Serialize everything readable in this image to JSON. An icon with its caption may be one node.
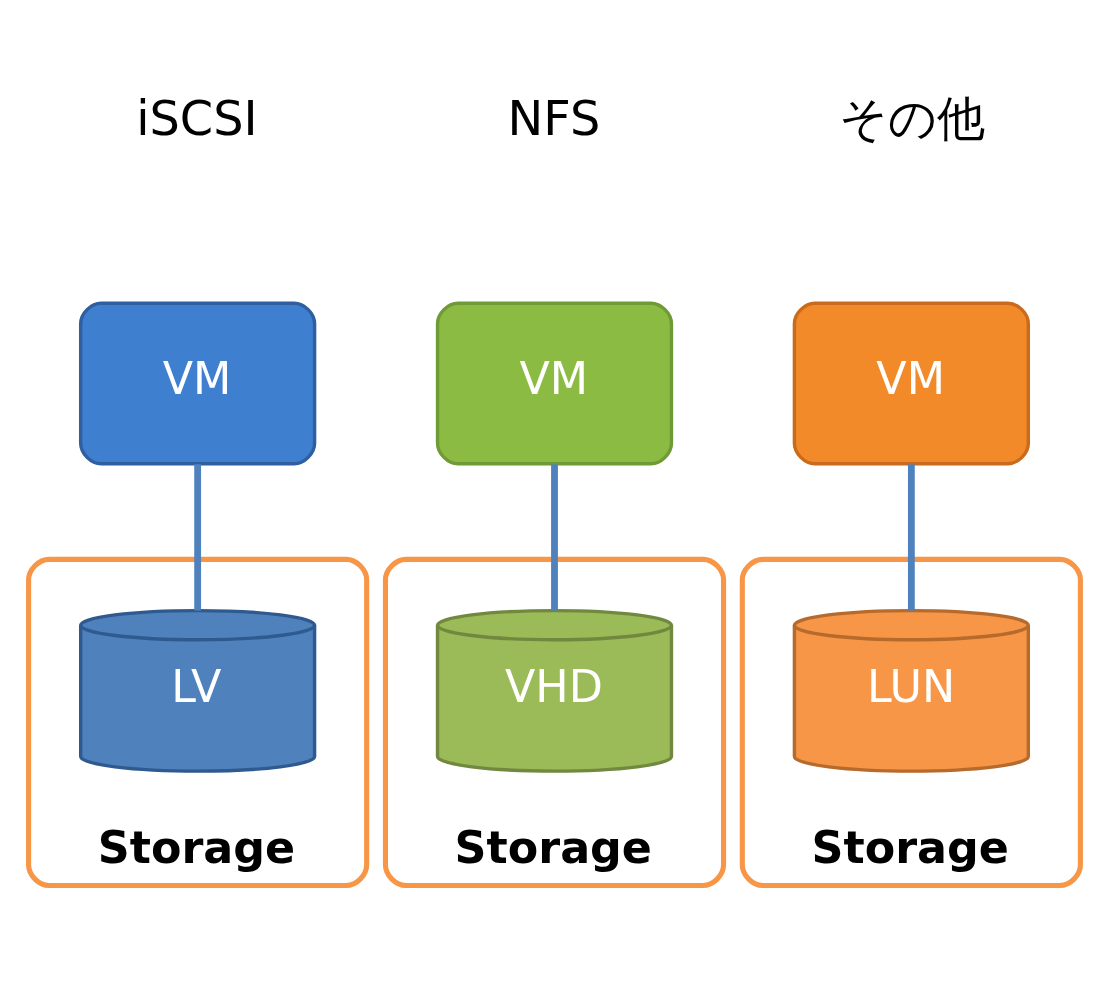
{
  "diagram": {
    "nodes": [
      {
        "text": [
          "VM"
        ],
        "beside": [
          "iSCSI"
        ]
      },
      {
        "text": [
          "VM"
        ],
        "beside": [
          "NFS"
        ]
      },
      {
        "text": [
          "VM"
        ],
        "beside": [
          "その他"
        ]
      },
      {
        "text": [
          "Storage"
        ]
      },
      {
        "text": [
          "LV"
        ],
        "in": 3
      },
      {
        "text": [
          "Storage"
        ]
      },
      {
        "text": [
          "VHD"
        ],
        "in": 5
      },
      {
        "text": [
          "Storage"
        ]
      },
      {
        "text": [
          "LUN"
        ],
        "in": 7
      }
    ],
    "edges": [
      {
        "from": 0,
        "to": 4,
        "arrow": "none"
      },
      {
        "from": 1,
        "to": 6,
        "arrow": "none"
      },
      {
        "from": 2,
        "to": 8,
        "arrow": "none"
      }
    ]
  }
}
